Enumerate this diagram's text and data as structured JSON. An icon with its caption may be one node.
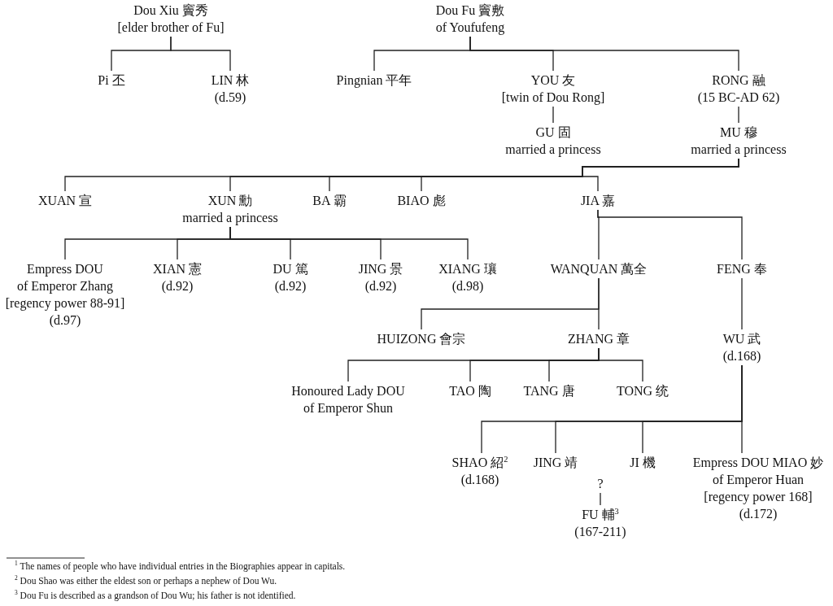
{
  "diagram": {
    "nodes": [
      {
        "text": [
          "Dou Xiu 竇秀",
          "[elder brother of Fu]"
        ]
      },
      {
        "text": [
          "Pi 丕"
        ]
      },
      {
        "text": [
          "LIN 林",
          "(d.59)"
        ]
      },
      {
        "text": [
          "Dou Fu 竇敷",
          "of Youfufeng"
        ]
      },
      {
        "text": [
          "Pingnian 平年"
        ]
      },
      {
        "text": [
          "YOU 友",
          "[twin of Dou Rong]"
        ]
      },
      {
        "text": [
          "RONG 融",
          "(15 BC-AD 62)"
        ]
      },
      {
        "text": [
          "GU 固",
          "married a princess"
        ]
      },
      {
        "text": [
          "MU 穆",
          "married a princess"
        ]
      },
      {
        "text": [
          "XUAN 宣"
        ]
      },
      {
        "text": [
          "XUN 勳",
          "married a princess"
        ]
      },
      {
        "text": [
          "BA 霸"
        ]
      },
      {
        "text": [
          "BIAO 彪"
        ]
      },
      {
        "text": [
          "JIA 嘉"
        ]
      },
      {
        "text": [
          "Empress DOU",
          "of Emperor Zhang",
          "[regency power 88-91]",
          "(d.97)"
        ]
      },
      {
        "text": [
          "XIAN 憲",
          "(d.92)"
        ]
      },
      {
        "text": [
          "DU 篤",
          "(d.92)"
        ]
      },
      {
        "text": [
          "JING 景",
          "(d.92)"
        ]
      },
      {
        "text": [
          "XIANG 瓖",
          "(d.98)"
        ]
      },
      {
        "text": [
          "WANQUAN 萬全"
        ]
      },
      {
        "text": [
          "FENG 奉"
        ]
      },
      {
        "text": [
          "HUIZONG 會宗"
        ]
      },
      {
        "text": [
          "ZHANG 章"
        ]
      },
      {
        "text": [
          "WU 武",
          "(d.168)"
        ]
      },
      {
        "text": [
          "Honoured Lady DOU",
          "of Emperor Shun"
        ]
      },
      {
        "text": [
          "TAO 陶"
        ]
      },
      {
        "text": [
          "TANG 唐"
        ]
      },
      {
        "text": [
          "TONG 统"
        ]
      },
      {
        "text": [
          "SHAO 紹$^{2}$",
          "(d.168)"
        ]
      },
      {
        "text": [
          "JING 靖"
        ]
      },
      {
        "text": [
          "JI 機"
        ]
      },
      {
        "text": [
          "Empress DOU MIAO 妙",
          "of Emperor Huan",
          "[regency power 168]",
          "(d.172)"
        ]
      },
      {
        "text": [
          "?"
        ]
      },
      {
        "text": [
          "FU 輔$^{3}$",
          "(167-211)"
        ]
      }
    ],
    "edges": [
      {
        "from": 0,
        "to": 1,
        "arrow": "none"
      },
      {
        "from": 0,
        "to": 2,
        "arrow": "none"
      },
      {
        "from": 3,
        "to": 4,
        "arrow": "none"
      },
      {
        "from": 3,
        "to": 5,
        "arrow": "none"
      },
      {
        "from": 3,
        "to": 6,
        "arrow": "none"
      },
      {
        "from": 5,
        "to": 7,
        "arrow": "none"
      },
      {
        "from": 6,
        "to": 8,
        "arrow": "none"
      },
      {
        "from": 8,
        "to": 9,
        "arrow": "none"
      },
      {
        "from": 8,
        "to": 10,
        "arrow": "none"
      },
      {
        "from": 8,
        "to": 11,
        "arrow": "none"
      },
      {
        "from": 8,
        "to": 12,
        "arrow": "none"
      },
      {
        "from": 8,
        "to": 13,
        "arrow": "none"
      },
      {
        "from": 10,
        "to": 14,
        "arrow": "none"
      },
      {
        "from": 10,
        "to": 15,
        "arrow": "none"
      },
      {
        "from": 10,
        "to": 16,
        "arrow": "none"
      },
      {
        "from": 10,
        "to": 17,
        "arrow": "none"
      },
      {
        "from": 10,
        "to": 18,
        "arrow": "none"
      },
      {
        "from": 13,
        "to": 19,
        "arrow": "none"
      },
      {
        "from": 13,
        "to": 20,
        "arrow": "none"
      },
      {
        "from": 19,
        "to": 21,
        "arrow": "none"
      },
      {
        "from": 19,
        "to": 22,
        "arrow": "none"
      },
      {
        "from": 20,
        "to": 23,
        "arrow": "none"
      },
      {
        "from": 22,
        "to": 24,
        "arrow": "none"
      },
      {
        "from": 22,
        "to": 25,
        "arrow": "none"
      },
      {
        "from": 22,
        "to": 26,
        "arrow": "none"
      },
      {
        "from": 22,
        "to": 27,
        "arrow": "none"
      },
      {
        "from": 23,
        "to": 28,
        "arrow": "none"
      },
      {
        "from": 23,
        "to": 29,
        "arrow": "none"
      },
      {
        "from": 23,
        "to": 30,
        "arrow": "none"
      },
      {
        "from": 23,
        "to": 31,
        "arrow": "none"
      },
      {
        "from": 32,
        "to": 33,
        "arrow": "none"
      }
    ],
    "labels": [
      "$^{1}$ The names of people who have individual entries in the Biographies appear in capitals.",
      "$^{2}$ Dou Shao was either the eldest son or perhaps a nephew of Dou Wu.",
      "$^{3}$ Dou Fu is described as a grandson of Dou Wu; his father is not identified."
    ]
  }
}
